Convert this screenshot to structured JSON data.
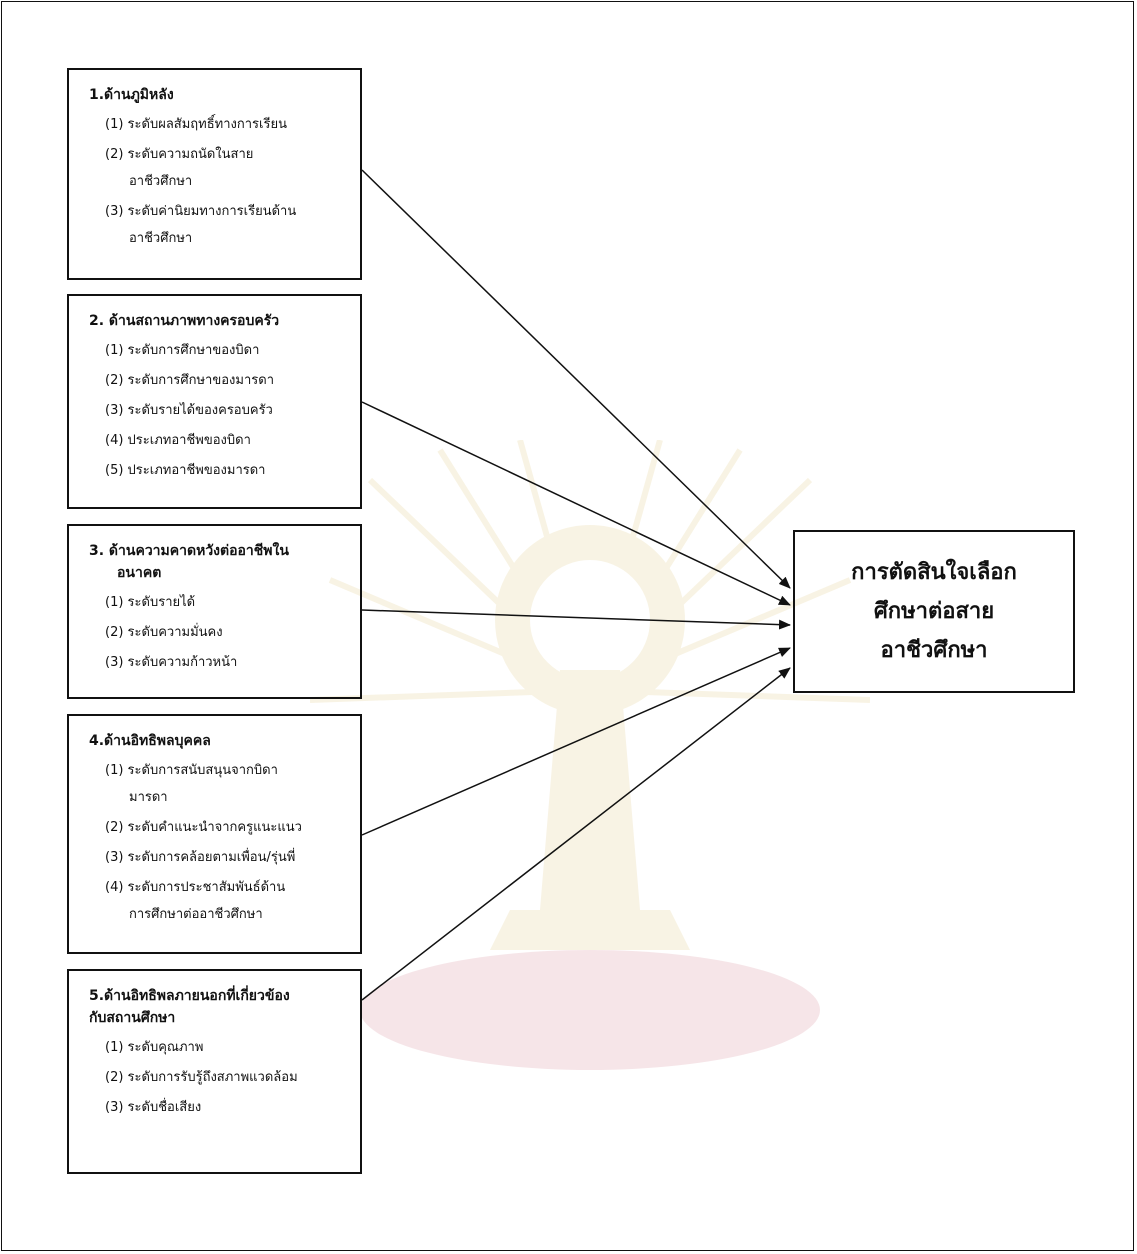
{
  "factors": [
    {
      "heading": "1.ด้านภูมิหลัง",
      "items": [
        {
          "text": "(1) ระดับผลสัมฤทธิ์ทางการเรียน"
        },
        {
          "text": "(2) ระดับความถนัดในสาย",
          "cont": "อาชีวศึกษา"
        },
        {
          "text": "(3) ระดับค่านิยมทางการเรียนด้าน",
          "cont": "อาชีวศึกษา"
        }
      ]
    },
    {
      "heading": "2. ด้านสถานภาพทางครอบครัว",
      "items": [
        {
          "text": "(1) ระดับการศึกษาของบิดา"
        },
        {
          "text": "(2) ระดับการศึกษาของมารดา"
        },
        {
          "text": "(3) ระดับรายได้ของครอบครัว"
        },
        {
          "text": "(4) ประเภทอาชีพของบิดา"
        },
        {
          "text": "(5) ประเภทอาชีพของมารดา"
        }
      ]
    },
    {
      "heading": "3. ด้านความคาดหวังต่ออาชีพใน",
      "heading_cont": "อนาคต",
      "items": [
        {
          "text": "(1) ระดับรายได้"
        },
        {
          "text": "(2) ระดับความมั่นคง"
        },
        {
          "text": "(3) ระดับความก้าวหน้า"
        }
      ]
    },
    {
      "heading": "4.ด้านอิทธิพลบุคคล",
      "items": [
        {
          "text": "(1) ระดับการสนับสนุนจากบิดา",
          "cont": "มารดา"
        },
        {
          "text": "(2) ระดับคำแนะนำจากครูแนะแนว"
        },
        {
          "text": "(3) ระดับการคล้อยตามเพื่อน/รุ่นพี่"
        },
        {
          "text": "(4) ระดับการประชาสัมพันธ์ด้าน",
          "cont": "การศึกษาต่ออาชีวศึกษา"
        }
      ]
    },
    {
      "heading": "5.ด้านอิทธิพลภายนอกที่เกี่ยวข้อง",
      "heading_line2": "กับสถานศึกษา",
      "items": [
        {
          "text": "(1) ระดับคุณภาพ"
        },
        {
          "text": "(2) ระดับการรับรู้ถึงสภาพแวดล้อม"
        },
        {
          "text": "(3) ระดับชื่อเสียง"
        }
      ]
    }
  ],
  "target": {
    "lines": [
      "การตัดสินใจเลือก",
      "ศึกษาต่อสาย",
      "อาชีวศึกษา"
    ]
  },
  "colors": {
    "line": "#111111",
    "watermark": "#c9a227",
    "watermark_base": "#b8324a"
  }
}
